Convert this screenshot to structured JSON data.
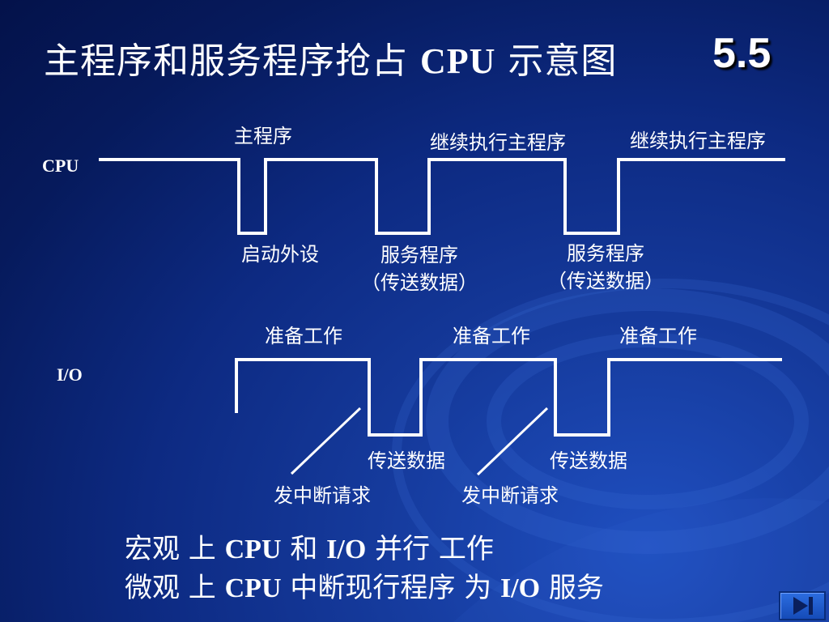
{
  "slide": {
    "title_prefix": "主程序和服务程序抢占",
    "title_cpu": "CPU",
    "title_suffix": "示意图",
    "section_number": "5.5"
  },
  "diagram": {
    "cpu_track_label": "CPU",
    "io_track_label": "I/O",
    "cpu_top_labels": [
      "主程序",
      "继续执行主程序",
      "继续执行主程序"
    ],
    "cpu_bottom_labels": [
      "启动外设",
      "服务程序",
      "（传送数据）",
      "服务程序",
      "（传送数据）"
    ],
    "io_top_labels": [
      "准备工作",
      "准备工作",
      "准备工作"
    ],
    "io_bottom_labels": [
      "传送数据",
      "传送数据"
    ],
    "interrupt_labels": [
      "发中断请求",
      "发中断请求"
    ]
  },
  "summary": {
    "line1": {
      "a": "宏观 上",
      "cpu": "CPU",
      "b": "和",
      "io": "I/O",
      "c": "并行 工作"
    },
    "line2": {
      "a": "微观 上",
      "cpu": "CPU",
      "b": "中断现行程序 为",
      "io": "I/O",
      "c": "服务"
    }
  },
  "colors": {
    "background_dark": "#04124a",
    "background_mid": "#0d2a82",
    "text": "#ffffff",
    "nav_button": "#2c6de0"
  },
  "icons": {
    "nav_button": "skip-to-end-icon"
  }
}
